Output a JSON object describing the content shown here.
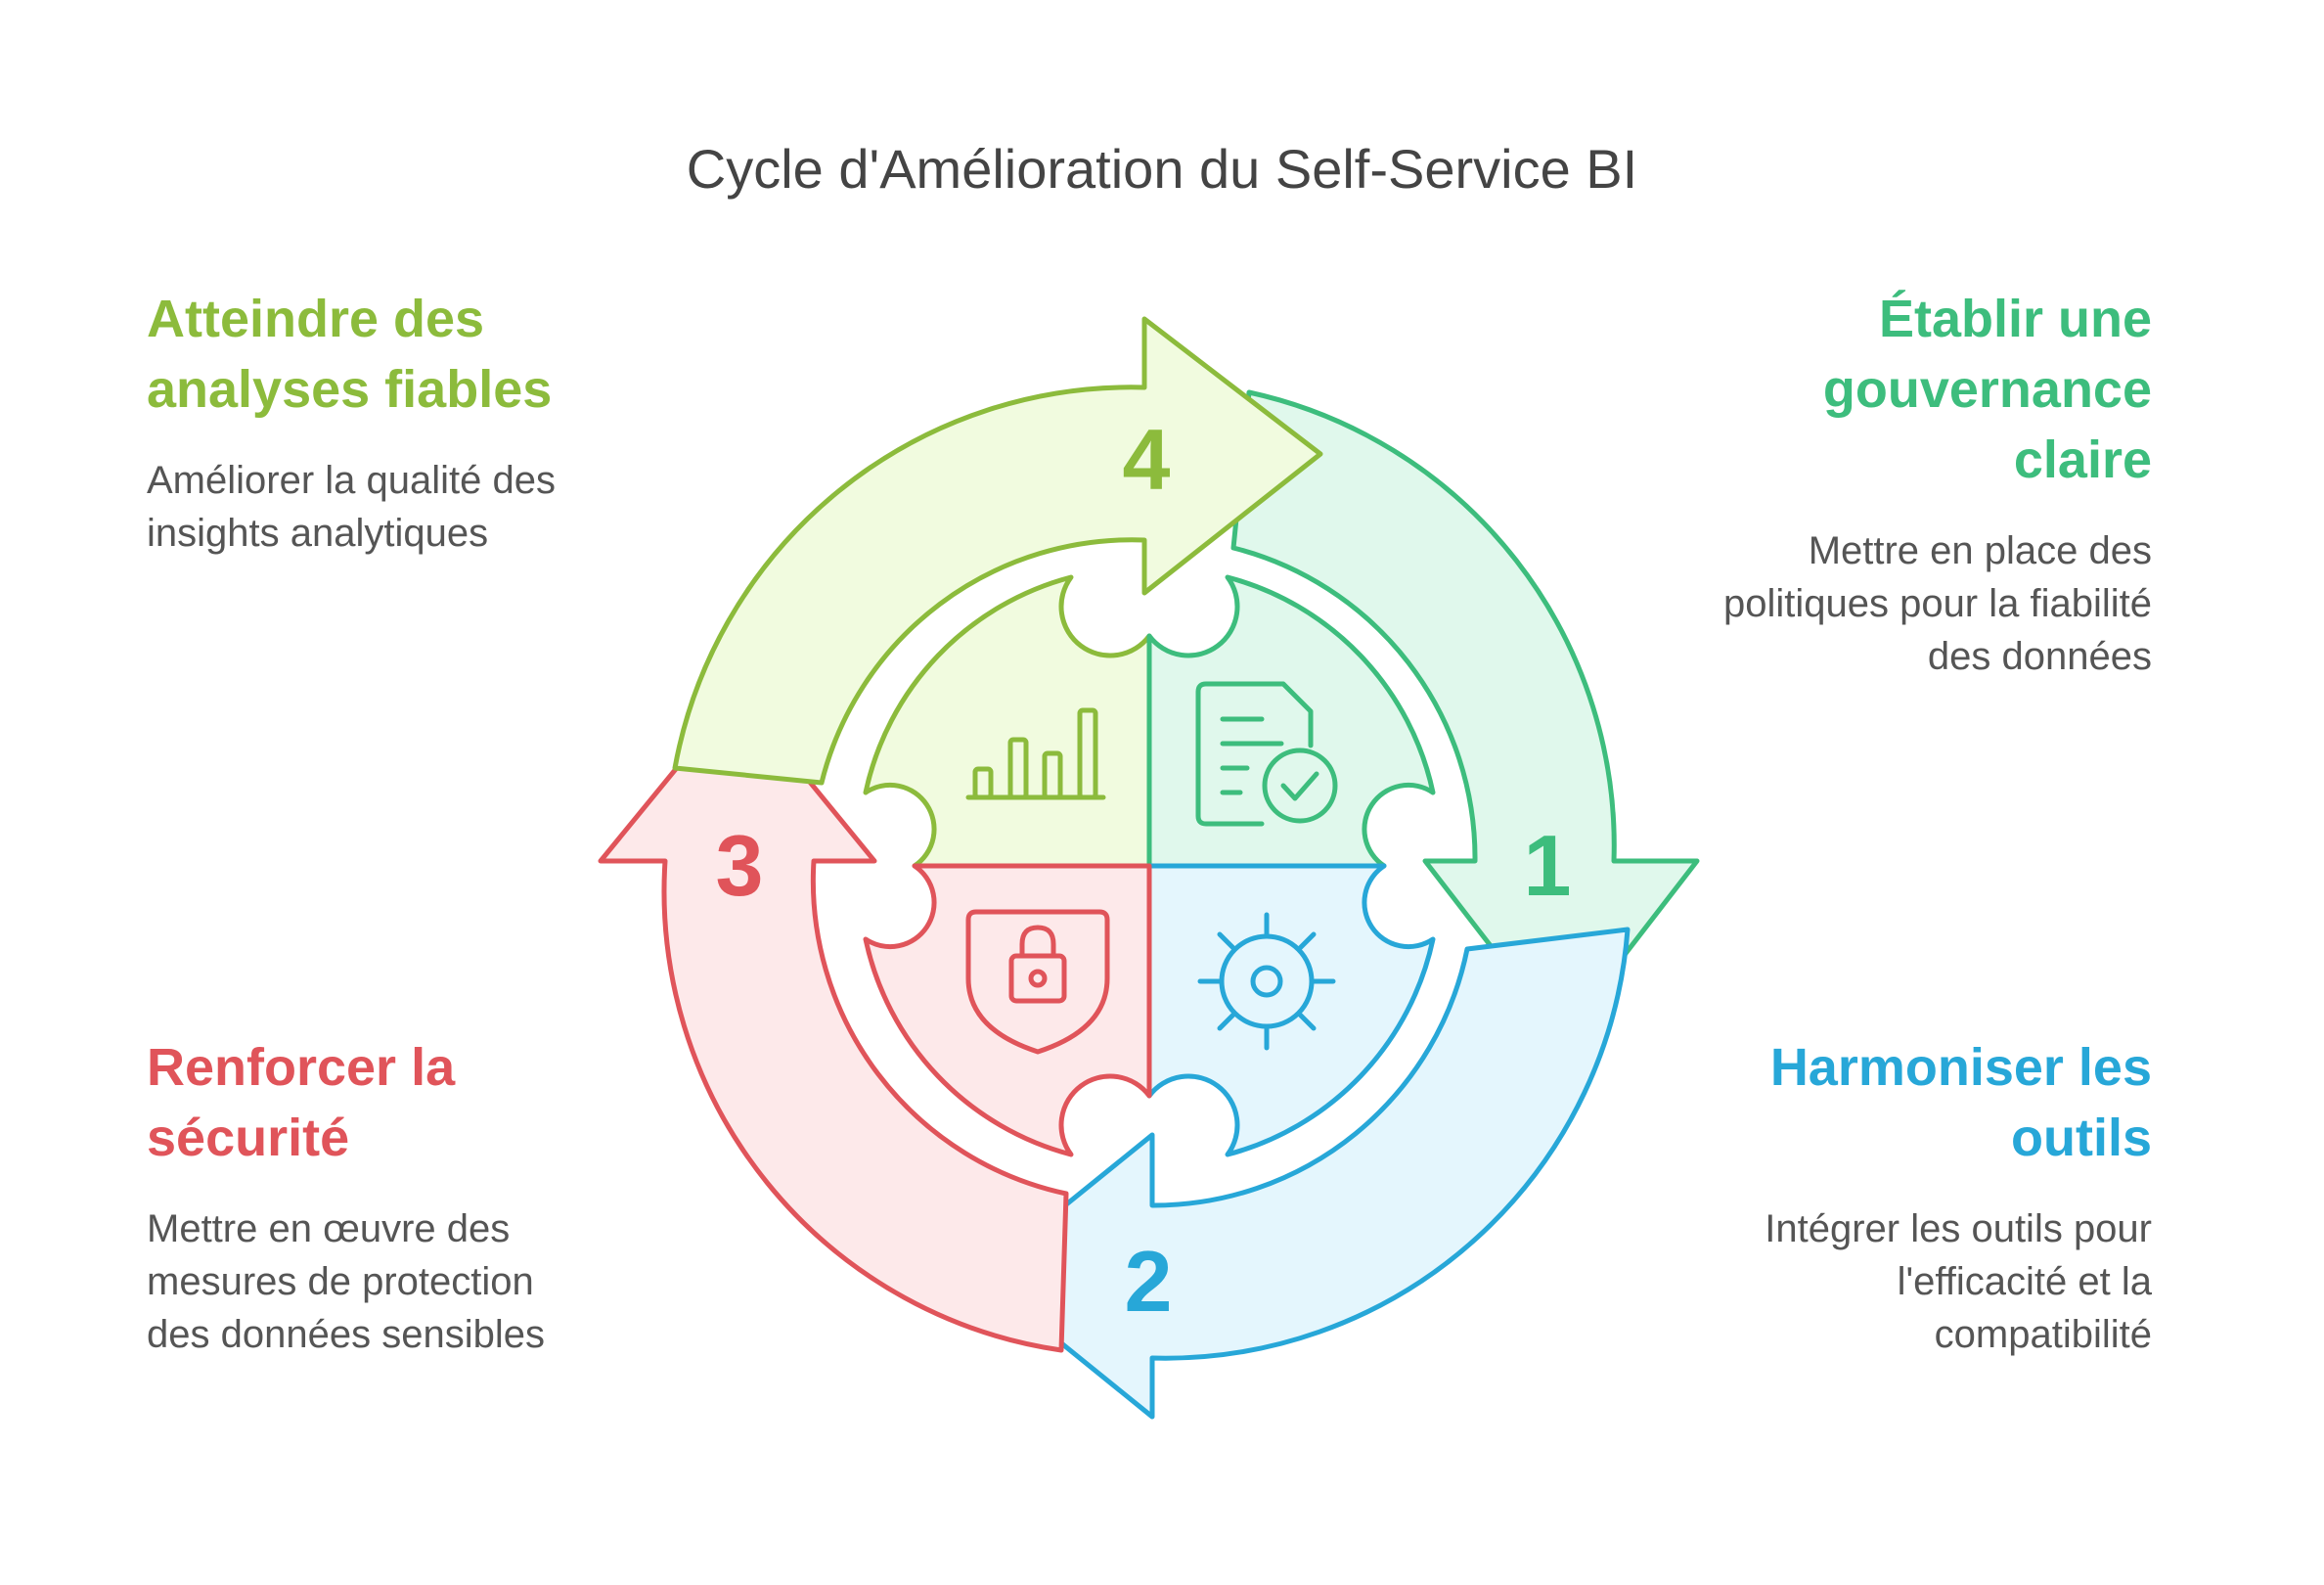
{
  "title": "Cycle d'Amélioration du Self-Service BI",
  "colors": {
    "green": "#3dbd7d",
    "blue": "#27a7d8",
    "red": "#e0545a",
    "lime": "#8cbb3c"
  },
  "steps": [
    {
      "number": "1",
      "heading": "Établir une gouvernance claire",
      "description": "Mettre en place des politiques pour la fiabilité des données",
      "icon": "document-check-icon"
    },
    {
      "number": "2",
      "heading": "Harmoniser les outils",
      "description": "Intégrer les outils pour l'efficacité et la compatibilité",
      "icon": "gear-icon"
    },
    {
      "number": "3",
      "heading": "Renforcer la sécurité",
      "description": "Mettre en œuvre des mesures de protection des données sensibles",
      "icon": "shield-lock-icon"
    },
    {
      "number": "4",
      "heading": "Atteindre des analyses fiables",
      "description": "Améliorer la qualité des insights analytiques",
      "icon": "bar-chart-icon"
    }
  ]
}
